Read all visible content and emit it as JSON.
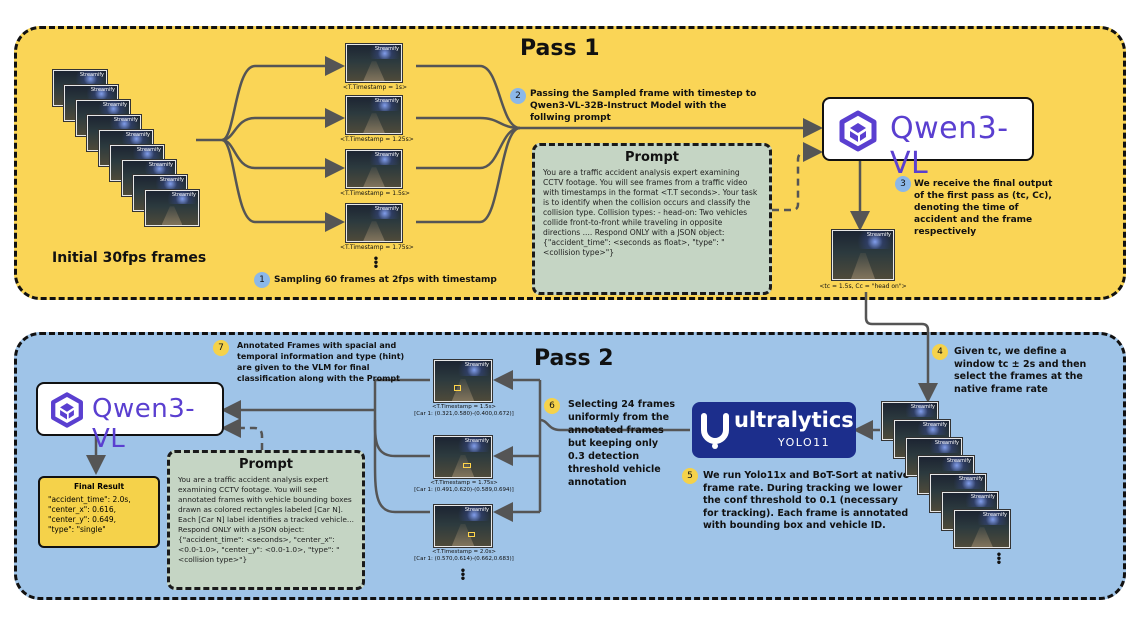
{
  "colors": {
    "pass1_bg": "#fad556",
    "pass2_bg": "#9fc4e8",
    "prompt_bg": "#c5d5c4",
    "qwen_purple": "#5a3fd0",
    "yolo_blue": "#1c2e8c",
    "step_blue": "#8cb8e8",
    "step_yellow": "#f5d24a"
  },
  "pass1": {
    "title": "Pass 1",
    "initial_label": "Initial 30fps frames",
    "frame_watermark": "Streamify",
    "sampled_captions": [
      "<T.Timestamp = 1s>",
      "<T.Timestamp = 1.25s>",
      "<T.Timestamp = 1.5s>",
      "<T.Timestamp = 1.75s>"
    ],
    "step1": {
      "num": "1",
      "text": "Sampling 60 frames at 2fps with timestamp"
    },
    "step2": {
      "num": "2",
      "text": "Passing the Sampled frame with timestep to Qwen3-VL-32B-Instruct Model with the follwing prompt"
    },
    "step3": {
      "num": "3",
      "text": "We receive the final output of the first pass as (tc, Cc), denoting the time of accident and the frame respectively"
    },
    "prompt_title": "Prompt",
    "prompt_body": "You are a traffic accident analysis expert examining CCTV footage. You will see frames from a traffic video with timestamps in the format <T.T seconds>. Your task is to identify when the collision occurs and classify the collision type. Collision types: - head-on: Two vehicles collide front-to-front while traveling in opposite directions .... Respond ONLY with a JSON object: {\"accident_time\": <seconds as float>, \"type\": \"<collision type>\"}",
    "model_name": "Qwen3-VL",
    "output_caption": "<tc = 1.5s, Cc = \"head on\">"
  },
  "pass2": {
    "title": "Pass 2",
    "step4": {
      "num": "4",
      "text": "Given tc, we define a window tc ± 2s and then select the frames at the native frame rate"
    },
    "step5": {
      "num": "5",
      "text": "We run Yolo11x and BoT-Sort at native frame rate. During tracking we lower the conf threshold to 0.1 (necessary for tracking). Each frame is annotated with bounding box and vehicle ID."
    },
    "step6": {
      "num": "6",
      "text": "Selecting 24 frames uniformly from the annotated frames but keeping only 0.3 detection threshold vehicle annotation"
    },
    "step7": {
      "num": "7",
      "text": "Annotated Frames with spacial and temporal information and type (hint) are given to the VLM for final classification along with the Prompt"
    },
    "yolo_brand": "ultralytics",
    "yolo_model": "YOLO11",
    "model_name": "Qwen3-VL",
    "annotated_frames": [
      {
        "ts": "<T.Timestamp = 1.5s>",
        "bbox": "[Car 1: (0.321,0.580)-(0.400,0.672)]"
      },
      {
        "ts": "<T.Timestamp = 1.75s>",
        "bbox": "[Car 1: (0.491,0.620)-(0.589,0.694)]"
      },
      {
        "ts": "<T.Timestamp = 2.0s>",
        "bbox": "[Car 1: (0.570,0.614)-(0.662,0.683)]"
      }
    ],
    "prompt_title": "Prompt",
    "prompt_body": "You are a traffic accident analysis expert examining CCTV footage. You will see annotated frames with vehicle bounding boxes drawn as colored rectangles labeled [Car N]. Each [Car N] label identifies a tracked vehicle... Respond ONLY with a JSON object: {\"accident_time\": <seconds>, \"center_x\": <0.0-1.0>, \"center_y\": <0.0-1.0>, \"type\": \"<collision type>\"}",
    "result_title": "Final Result",
    "result_lines": [
      "\"accident_time\": 2.0s,",
      "\"center_x\": 0.616,",
      "\"center_y\": 0.649,",
      "\"type\": \"single\""
    ]
  }
}
